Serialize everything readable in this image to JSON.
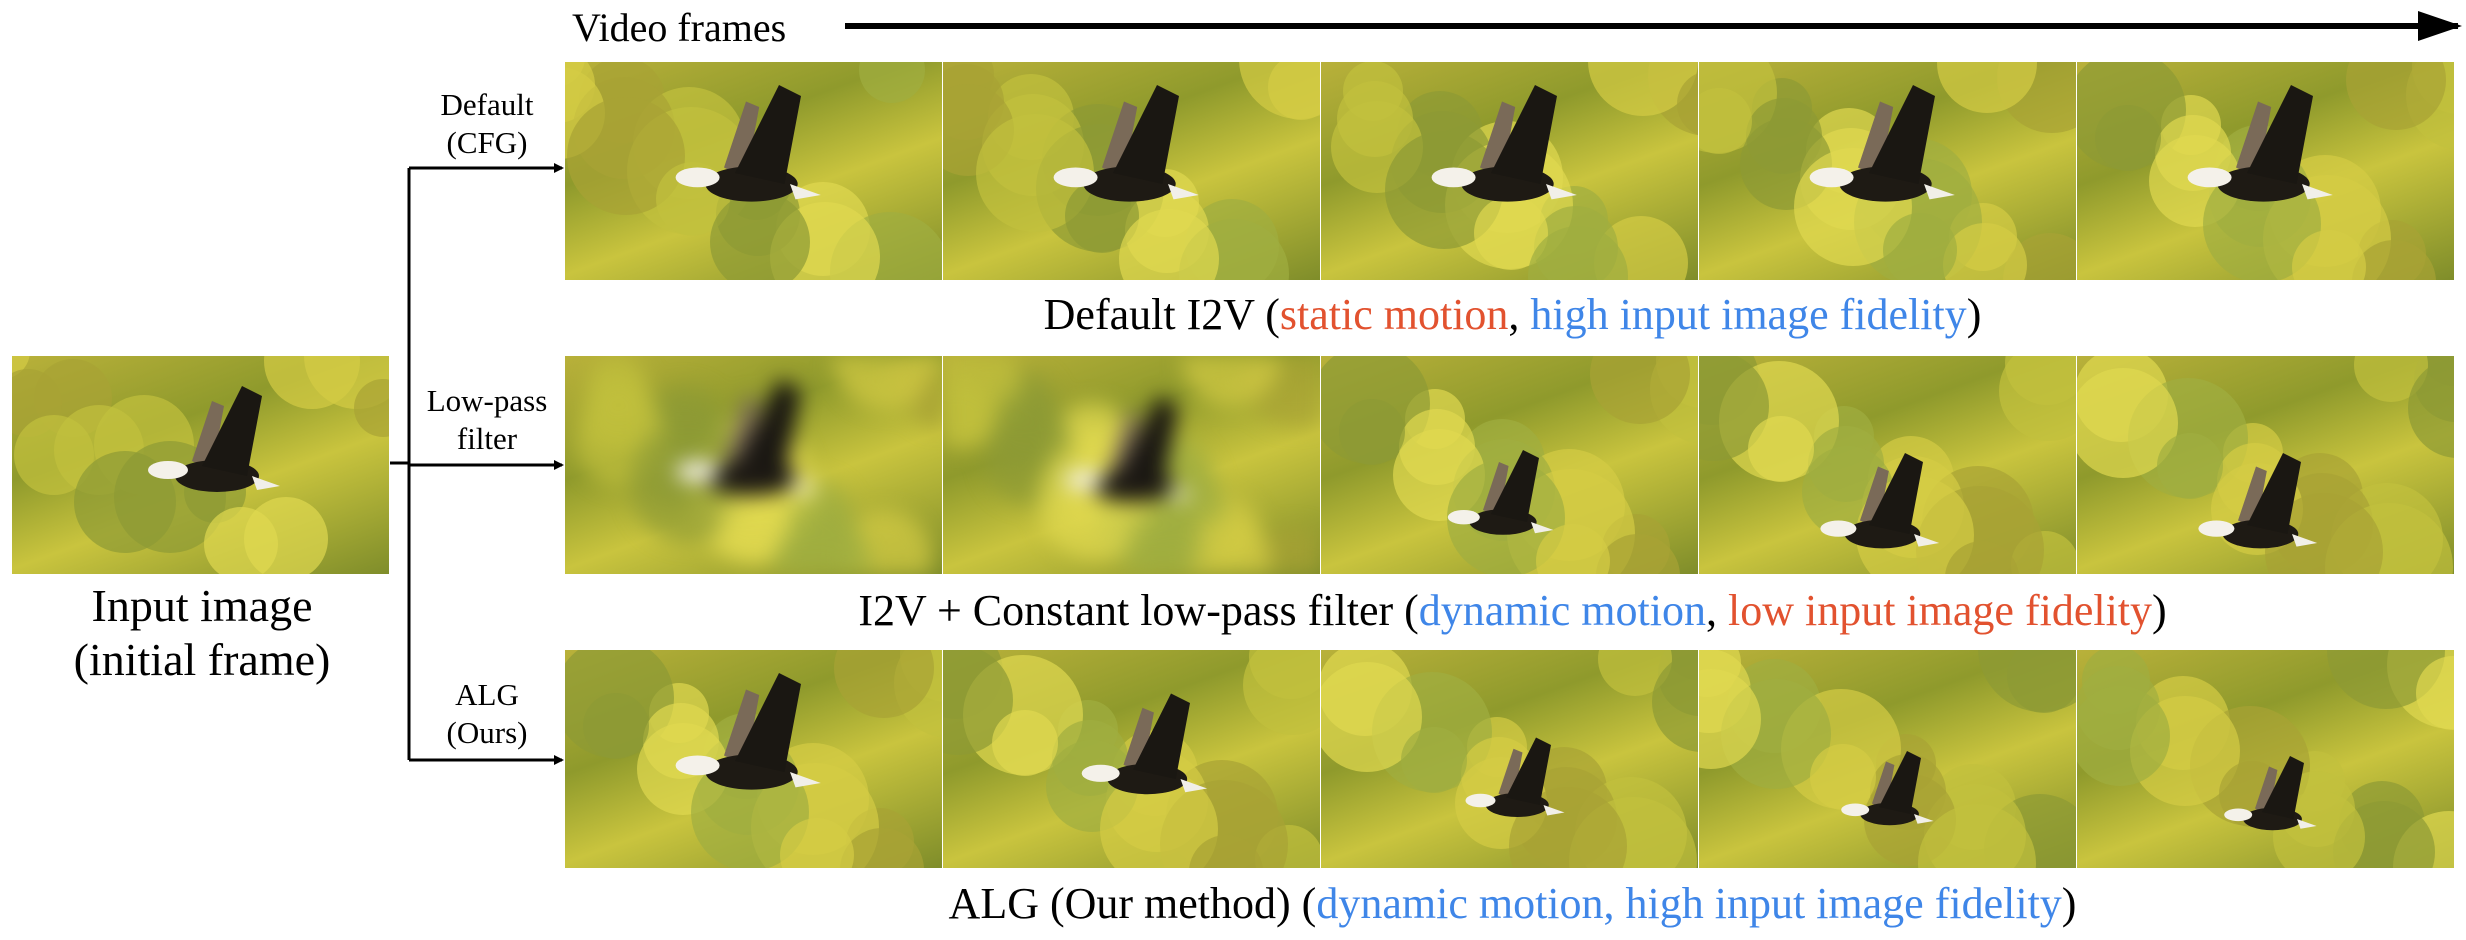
{
  "header": {
    "title": "Video frames"
  },
  "input": {
    "line1": "Input image",
    "line2": "(initial frame)"
  },
  "rows": [
    {
      "branch_line1": "Default",
      "branch_line2": "(CFG)",
      "caption_main": "Default I2V (",
      "caption_a": "static motion",
      "caption_sep": ", ",
      "caption_b": "high input image fidelity",
      "caption_end": ")",
      "color_a": "#e2522f",
      "color_b": "#3f86e8"
    },
    {
      "branch_line1": "Low-pass",
      "branch_line2": "filter",
      "caption_main": "I2V + Constant low-pass filter (",
      "caption_a": "dynamic motion",
      "caption_sep": ", ",
      "caption_b": "low input image fidelity",
      "caption_end": ")",
      "color_a": "#3f86e8",
      "color_b": "#e2522f"
    },
    {
      "branch_line1": "ALG",
      "branch_line2": "(Ours)",
      "caption_main": "ALG (Our method) (",
      "caption_a": "dynamic motion, high input image fidelity",
      "caption_sep": "",
      "caption_b": "",
      "caption_end": ")",
      "color_a": "#3f86e8",
      "color_b": "#3f86e8"
    }
  ],
  "colors": {
    "foliage": "#b5b03a",
    "arrow": "#000000"
  }
}
